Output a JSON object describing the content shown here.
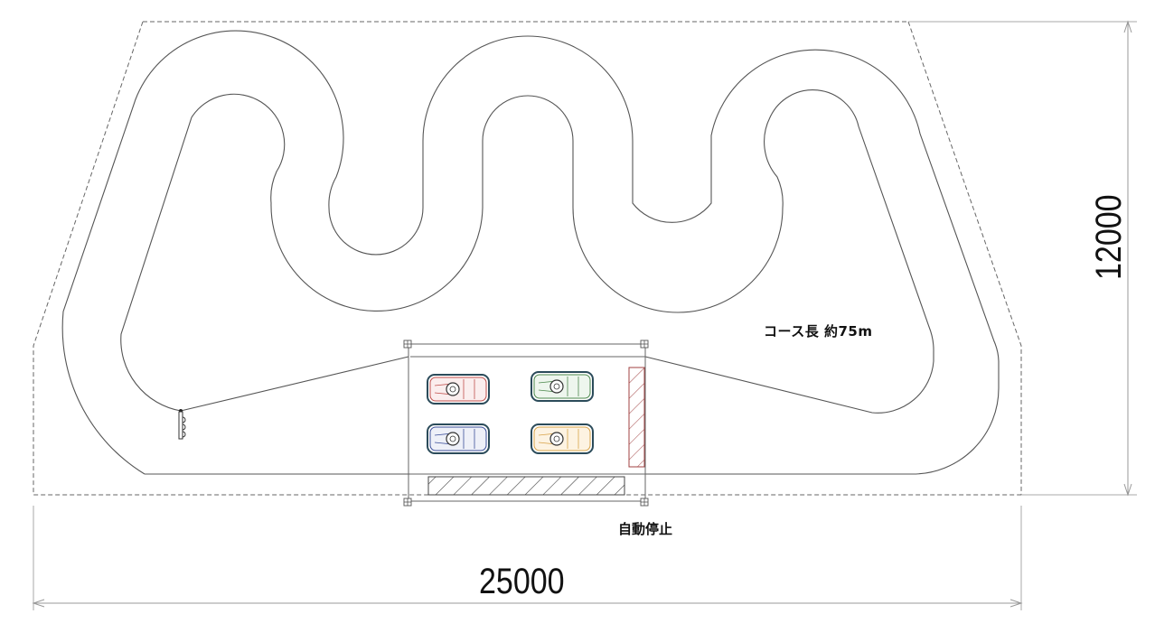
{
  "diagram": {
    "type": "kart-course-layout",
    "labels": {
      "course_length": "コース長  約75m",
      "auto_stop": "自動停止"
    },
    "dimensions": {
      "width": "25000",
      "height": "12000"
    },
    "karts": [
      {
        "position": "top-left",
        "color": "#c0504d"
      },
      {
        "position": "top-right",
        "color": "#4f8a4f"
      },
      {
        "position": "bottom-left",
        "color": "#3c4f9a"
      },
      {
        "position": "bottom-right",
        "color": "#d9a44a"
      }
    ],
    "colors": {
      "line": "#555555",
      "dashed_boundary": "#666666",
      "dimension_line": "#999999",
      "hatch_bottom": "#444444",
      "hatch_right": "#a04040",
      "kart_outline": "#2b4b5a"
    }
  }
}
